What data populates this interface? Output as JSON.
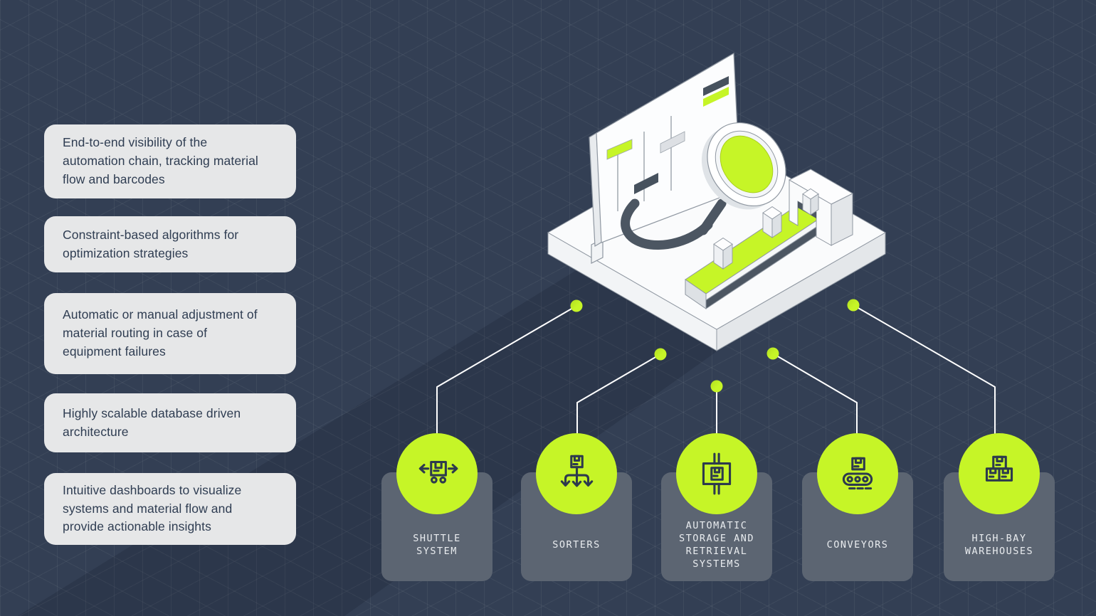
{
  "features": [
    "End-to-end visibility of the\nautomation chain, tracking material\nflow and barcodes",
    "Constraint-based algorithms for\noptimization strategies",
    "Automatic or manual adjustment of\nmaterial routing in case of\nequipment failures",
    "Highly scalable database driven\narchitecture",
    "Intuitive dashboards to visualize\nsystems and material flow and\nprovide actionable insights"
  ],
  "systems": [
    {
      "label": "SHUTTLE\nSYSTEM",
      "icon": "shuttle-cart-icon"
    },
    {
      "label": "SORTERS",
      "icon": "sorter-split-arrows-icon"
    },
    {
      "label": "AUTOMATIC\nSTORAGE AND\nRETRIEVAL\nSYSTEMS",
      "icon": "storage-retrieval-crane-icon"
    },
    {
      "label": "CONVEYORS",
      "icon": "conveyor-belt-icon"
    },
    {
      "label": "HIGH-BAY\nWAREHOUSES",
      "icon": "stacked-boxes-icon"
    }
  ],
  "illustration_icons": [
    "dashboard-screen-icon",
    "magnifying-glass-icon",
    "conveyor-platform-icon"
  ],
  "colors": {
    "background": "#333F54",
    "panel": "#E6E7E8",
    "ink": "#2F3D52",
    "card": "#5C6572",
    "label": "#E9ECEF",
    "lime": "#C6F527",
    "slate": "#4C5662",
    "icon": "#2D3A4D"
  }
}
